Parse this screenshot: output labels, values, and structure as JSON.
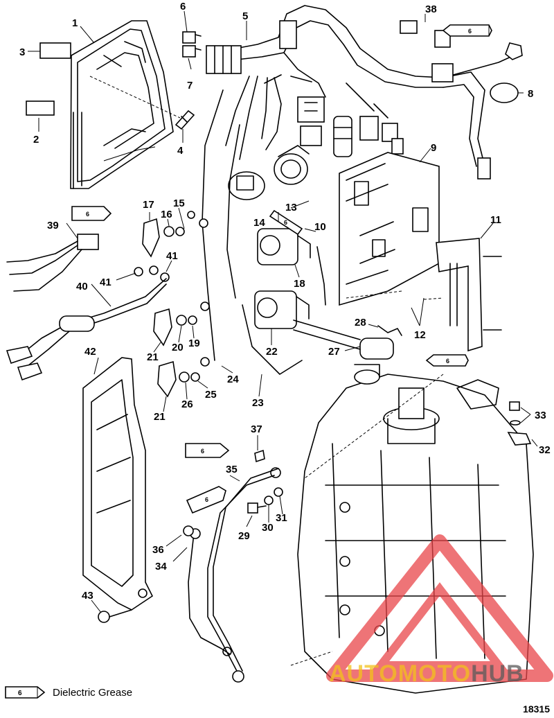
{
  "callouts": [
    {
      "id": "1",
      "text": "1"
    },
    {
      "id": "2",
      "text": "2"
    },
    {
      "id": "3",
      "text": "3"
    },
    {
      "id": "4",
      "text": "4"
    },
    {
      "id": "5",
      "text": "5"
    },
    {
      "id": "6",
      "text": "6"
    },
    {
      "id": "7",
      "text": "7"
    },
    {
      "id": "8",
      "text": "8"
    },
    {
      "id": "9",
      "text": "9"
    },
    {
      "id": "10",
      "text": "10"
    },
    {
      "id": "11",
      "text": "11"
    },
    {
      "id": "12",
      "text": "12"
    },
    {
      "id": "13",
      "text": "13"
    },
    {
      "id": "14",
      "text": "14"
    },
    {
      "id": "15",
      "text": "15"
    },
    {
      "id": "16",
      "text": "16"
    },
    {
      "id": "17",
      "text": "17"
    },
    {
      "id": "18",
      "text": "18"
    },
    {
      "id": "19",
      "text": "19"
    },
    {
      "id": "20",
      "text": "20"
    },
    {
      "id": "21a",
      "text": "21"
    },
    {
      "id": "21b",
      "text": "21"
    },
    {
      "id": "22",
      "text": "22"
    },
    {
      "id": "23",
      "text": "23"
    },
    {
      "id": "24",
      "text": "24"
    },
    {
      "id": "25",
      "text": "25"
    },
    {
      "id": "26",
      "text": "26"
    },
    {
      "id": "27",
      "text": "27"
    },
    {
      "id": "28",
      "text": "28"
    },
    {
      "id": "29",
      "text": "29"
    },
    {
      "id": "30",
      "text": "30"
    },
    {
      "id": "31",
      "text": "31"
    },
    {
      "id": "32",
      "text": "32"
    },
    {
      "id": "33",
      "text": "33"
    },
    {
      "id": "34",
      "text": "34"
    },
    {
      "id": "35",
      "text": "35"
    },
    {
      "id": "36",
      "text": "36"
    },
    {
      "id": "37",
      "text": "37"
    },
    {
      "id": "38",
      "text": "38"
    },
    {
      "id": "39",
      "text": "39"
    },
    {
      "id": "40",
      "text": "40"
    },
    {
      "id": "41a",
      "text": "41"
    },
    {
      "id": "41b",
      "text": "41"
    },
    {
      "id": "42",
      "text": "42"
    },
    {
      "id": "43",
      "text": "43"
    }
  ],
  "tube_marker": "6",
  "legend": {
    "marker": "6",
    "text": "Dielectric Grease"
  },
  "figure_number": "18315",
  "watermark": {
    "part1": "AUTOMOTO",
    "part2": "HUB",
    "color": "#e8464a",
    "accent": "#f2c21b"
  }
}
